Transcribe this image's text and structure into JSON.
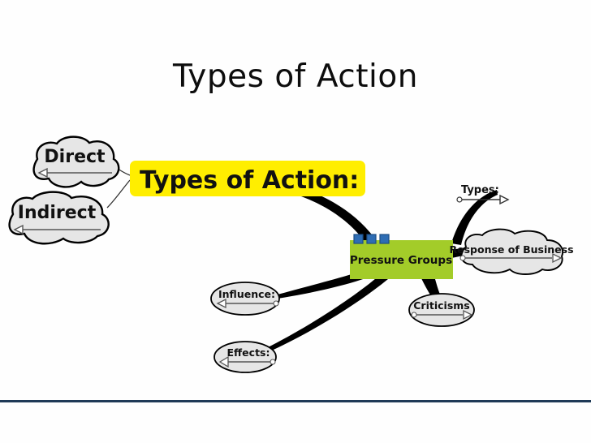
{
  "slide": {
    "title": "Types of Action",
    "background_color": "#ffffff",
    "rule_color": "#1f3a57"
  },
  "mindmap": {
    "center": {
      "label": "Types of Action:",
      "fill": "#ffee00",
      "text_color": "#000000",
      "shape": "rounded-rect"
    },
    "topic": {
      "label": "Pressure Groups",
      "fill": "#a3cc29",
      "text_color": "#262626",
      "shape": "rect",
      "marker_color": "#2e6db4",
      "marker_count": 3
    },
    "branches": [
      {
        "label": "Direct",
        "shape": "cloud",
        "fill": "#e6e6e6",
        "text_color": "#111111",
        "arrow": "left"
      },
      {
        "label": "Indirect",
        "shape": "cloud",
        "fill": "#e6e6e6",
        "text_color": "#111111",
        "arrow": "left"
      },
      {
        "label": "Types:",
        "shape": "none",
        "fill": "none",
        "text_color": "#111111",
        "arrow": "right"
      },
      {
        "label": "Response of Business",
        "shape": "cloud",
        "fill": "#e6e6e6",
        "text_color": "#111111",
        "arrow": "right"
      },
      {
        "label": "Criticisms",
        "shape": "ellipse",
        "fill": "#e6e6e6",
        "text_color": "#111111",
        "arrow": "right"
      },
      {
        "label": "Influence:",
        "shape": "ellipse",
        "fill": "#e6e6e6",
        "text_color": "#111111",
        "arrow": "left"
      },
      {
        "label": "Effects:",
        "shape": "ellipse",
        "fill": "#e6e6e6",
        "text_color": "#111111",
        "arrow": "left"
      }
    ]
  }
}
